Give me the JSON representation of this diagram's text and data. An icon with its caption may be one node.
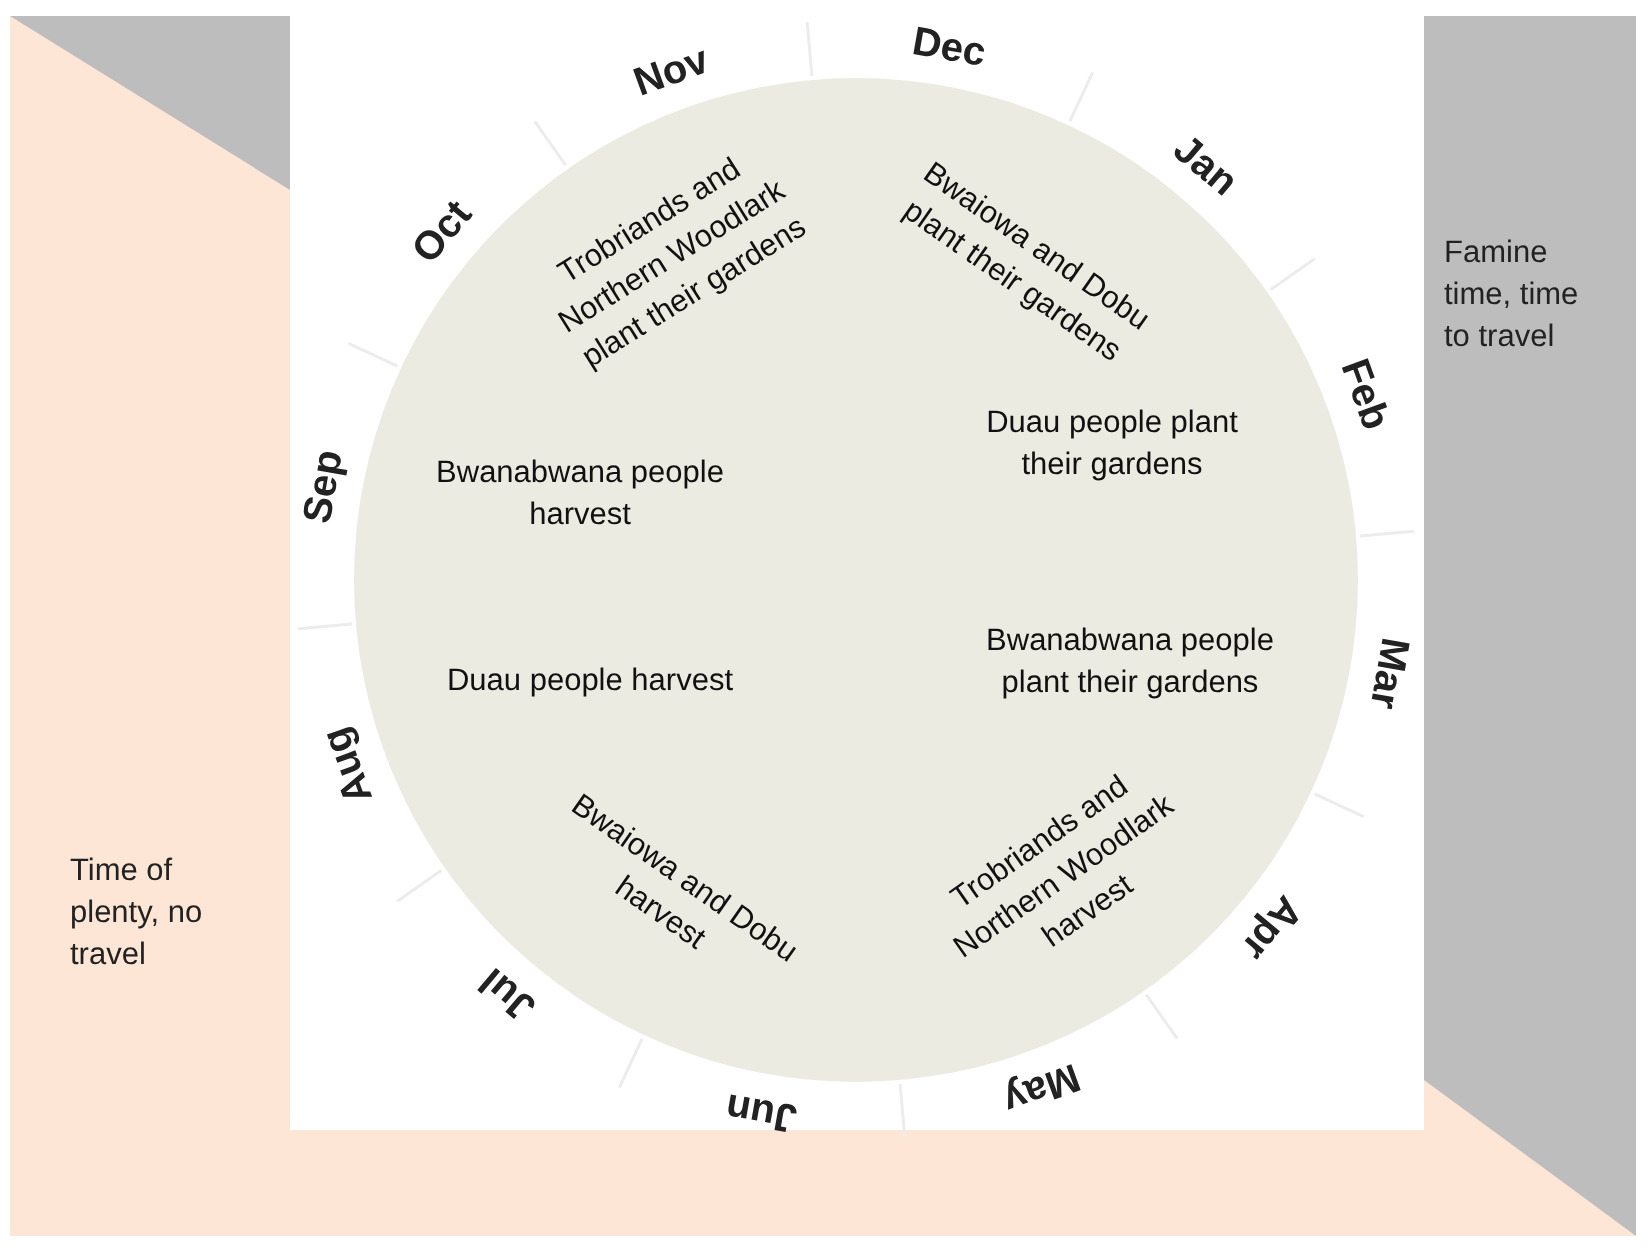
{
  "diagram": {
    "nodes": [
      {
        "text": [
          "Trobriands and Northern Woodlark plant their gardens",
          "Bwaiowa and Dobu plant their gardens",
          "Duau people plant their gardens",
          "Bwanabwana people harvest",
          "Duau people harvest",
          "Bwanabwana people plant their gardens",
          "Bwaiowa and Dobu harvest",
          "Trobriands and Northern Woodlark harvest"
        ]
      }
    ],
    "edges": [],
    "labels": [
      "Dec",
      "Jan",
      "Feb",
      "Mar",
      "Apr",
      "May",
      "Jun",
      "Jul",
      "Aug",
      "Sep",
      "Oct",
      "Nov",
      "Famine time, time to travel",
      "Time of plenty, no travel"
    ]
  }
}
